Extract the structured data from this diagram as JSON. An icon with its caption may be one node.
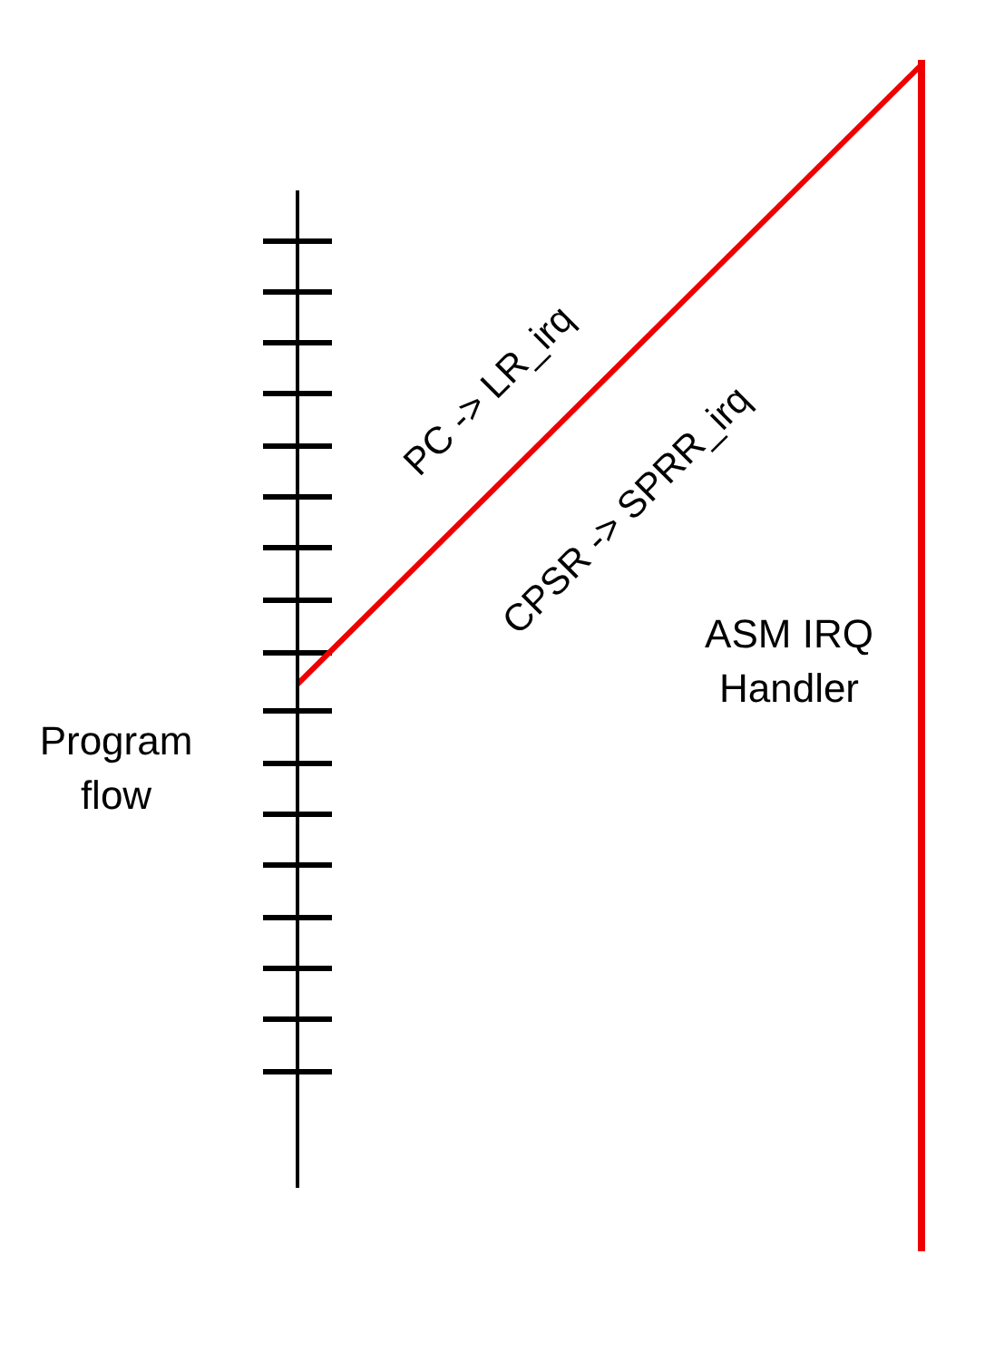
{
  "diagram": {
    "nodes": [
      {
        "text": [],
        "shape": "line",
        "beside": [
          "Program flow"
        ]
      },
      {
        "text": [],
        "shape": "line",
        "beside": [
          "ASM IRQ Handler"
        ]
      }
    ],
    "edges": [
      {
        "from": 0,
        "to": 1,
        "arrow": "none",
        "label": "PC -> LR_irq"
      }
    ],
    "labels": [
      "CPSR -> SPRR_irq"
    ]
  }
}
